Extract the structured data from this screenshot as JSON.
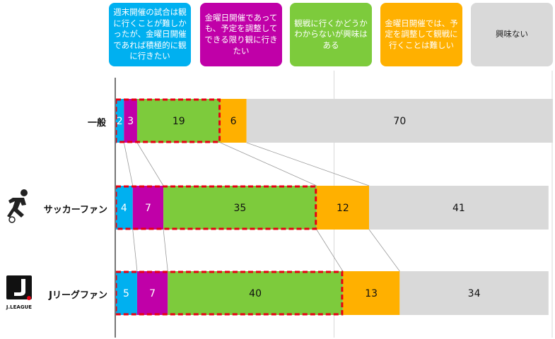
{
  "legend": [
    {
      "label": "週末開催の試合は観に行くことが難しかったが、金曜日開催であれば積極的に観に行きたい",
      "color": "#00B0F0",
      "text_color": "#ffffff"
    },
    {
      "label": "金曜日開催であっても、予定を調整してできる限り観に行きたい",
      "color": "#C000A8",
      "text_color": "#ffffff"
    },
    {
      "label": "観戦に行くかどうかわからないが興味はある",
      "color": "#7DCB3C",
      "text_color": "#ffffff"
    },
    {
      "label": "金曜日開催では、予定を調整して観戦に行くことは難しい",
      "color": "#FFB000",
      "text_color": "#ffffff"
    },
    {
      "label": "興味ない",
      "color": "#D9D9D9",
      "text_color": "#222222"
    }
  ],
  "chart_data": {
    "type": "bar",
    "orientation": "horizontal-stacked",
    "categories": [
      "一般",
      "サッカーファン",
      "Jリーグファン"
    ],
    "series": [
      {
        "name": "週末開催の試合は観に行くことが難しかったが、金曜日開催であれば積極的に観に行きたい",
        "values": [
          2,
          4,
          5
        ],
        "color": "#00B0F0"
      },
      {
        "name": "金曜日開催であっても、予定を調整してできる限り観に行きたい",
        "values": [
          3,
          7,
          7
        ],
        "color": "#C000A8"
      },
      {
        "name": "観戦に行くかどうかわからないが興味はある",
        "values": [
          19,
          35,
          40
        ],
        "color": "#7DCB3C"
      },
      {
        "name": "金曜日開催では、予定を調整して観戦に行くことは難しい",
        "values": [
          6,
          12,
          13
        ],
        "color": "#FFB000"
      },
      {
        "name": "興味ない",
        "values": [
          70,
          41,
          34
        ],
        "color": "#D9D9D9"
      }
    ],
    "xlim": [
      0,
      100
    ],
    "highlight_series": [
      0,
      1,
      2
    ],
    "highlight_color": "#E60012"
  },
  "icons": {
    "soccer": "soccer-player-icon",
    "jleague": "jleague-logo-icon",
    "jleague_text": "J.LEAGUE"
  }
}
